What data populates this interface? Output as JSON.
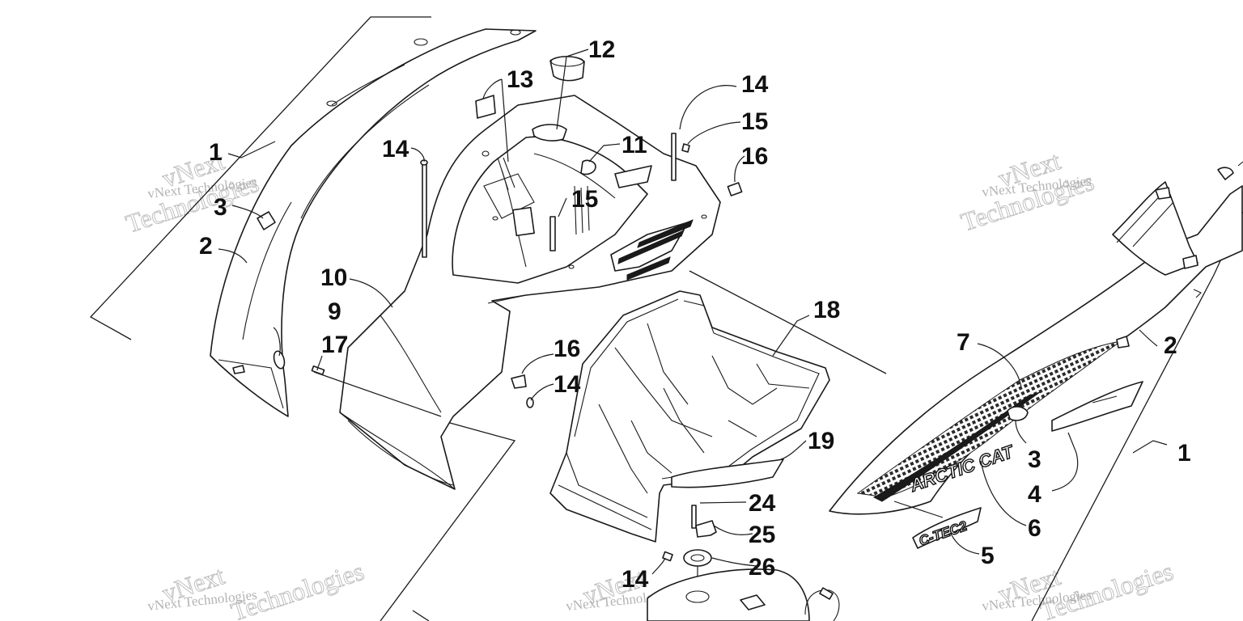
{
  "watermark": {
    "brand_small": "vNext Technologies",
    "brand_large_line1": "vNext",
    "brand_large_line2": "Technologies"
  },
  "decals": {
    "brand": "ARCTIC CAT",
    "model": "C-TEC2"
  },
  "callouts": {
    "c1_left": "1",
    "c2_left": "2",
    "c3_left": "3",
    "c9": "9",
    "c17": "17",
    "c10": "10",
    "c14_left": "14",
    "c13": "13",
    "c12": "12",
    "c11": "11",
    "c15_center": "15",
    "c14_top": "14",
    "c15_top": "15",
    "c16_top": "16",
    "c16_mid": "16",
    "c14_mid": "14",
    "c18": "18",
    "c19": "19",
    "c24": "24",
    "c25": "25",
    "c26": "26",
    "c14_bottom": "14",
    "c7": "7",
    "c2_right": "2",
    "c3_right": "3",
    "c4": "4",
    "c1_right": "1",
    "c6": "6",
    "c5": "5"
  }
}
